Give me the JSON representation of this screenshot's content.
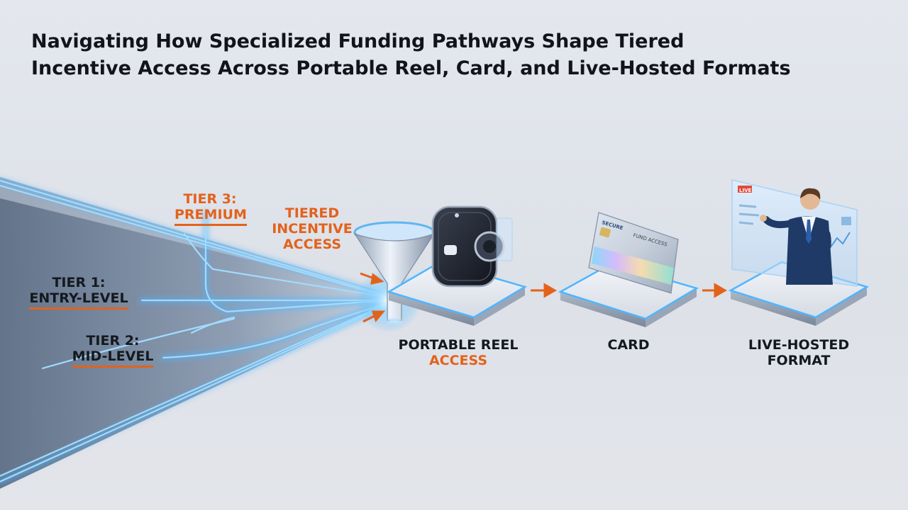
{
  "title": {
    "line1": "Navigating How Specialized Funding Pathways Shape Tiered",
    "line2": "Incentive Access Across Portable Reel, Card, and Live-Hosted Formats"
  },
  "tiers": {
    "tier3_a": "TIER 3:",
    "tier3_b": "PREMIUM",
    "tier1_a": "TIER 1:",
    "tier1_b": "ENTRY-LEVEL",
    "tier2_a": "TIER 2:",
    "tier2_b": "MID-LEVEL"
  },
  "funnel_label": [
    "TIERED",
    "INCENTIVE",
    "ACCESS"
  ],
  "formats": {
    "reel_a": "PORTABLE REEL",
    "reel_b": "ACCESS",
    "card": "CARD",
    "live_a": "LIVE-HOSTED",
    "live_b": "FORMAT"
  },
  "card_text": "FUND ACCESS",
  "screen_badge": "LIVE",
  "colors": {
    "accent": "#e3621b",
    "glow": "#4fb6ff",
    "text": "#14191f"
  }
}
